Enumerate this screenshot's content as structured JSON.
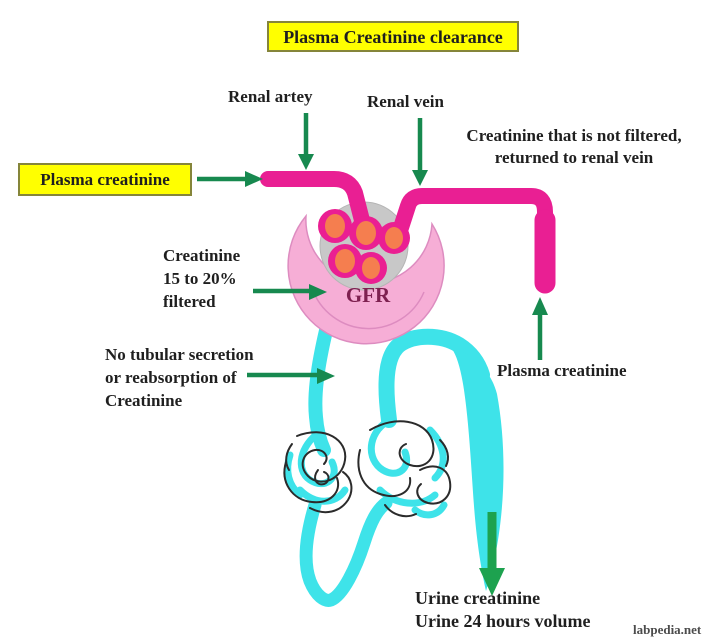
{
  "diagram": {
    "title": "Plasma Creatinine clearance",
    "watermark": "labpedia.net"
  },
  "labels": {
    "renal_artery": "Renal artey",
    "renal_vein": "Renal vein",
    "not_filtered_line1": "Creatinine that is not filtered,",
    "not_filtered_line2": "returned to renal vein",
    "plasma_creatinine_left": "Plasma creatinine",
    "filtered_line1": "Creatinine",
    "filtered_line2": "15 to 20%",
    "filtered_line3": "filtered",
    "gfr": "GFR",
    "no_secretion_line1": "No tubular secretion",
    "no_secretion_line2": "or reabsorption of",
    "no_secretion_line3": "Creatinine",
    "plasma_creatinine_right": "Plasma creatinine",
    "urine_line1": "Urine creatinine",
    "urine_line2": "Urine 24 hours volume"
  },
  "colors": {
    "highlight_yellow": "#ffff00",
    "highlight_border": "#85853a",
    "arrow_green": "#17894f",
    "arrow_green_bright": "#1da24f",
    "vessel_magenta": "#e91f93",
    "capsule_pink": "#f6aed6",
    "capsule_edge": "#dd8cc0",
    "glom_gray": "#c8c8c8",
    "glom_gray_edge": "#b5b5b5",
    "capillary_ring": "#ea1f92",
    "capillary_center": "#f57e4f",
    "tubule_cyan": "#3ee3e9",
    "text_dark": "#1f1f1f",
    "gfr_maroon": "#7e2050",
    "watermark_gray": "#4c4c4c",
    "tangle_ink": "#2b2b2b"
  }
}
